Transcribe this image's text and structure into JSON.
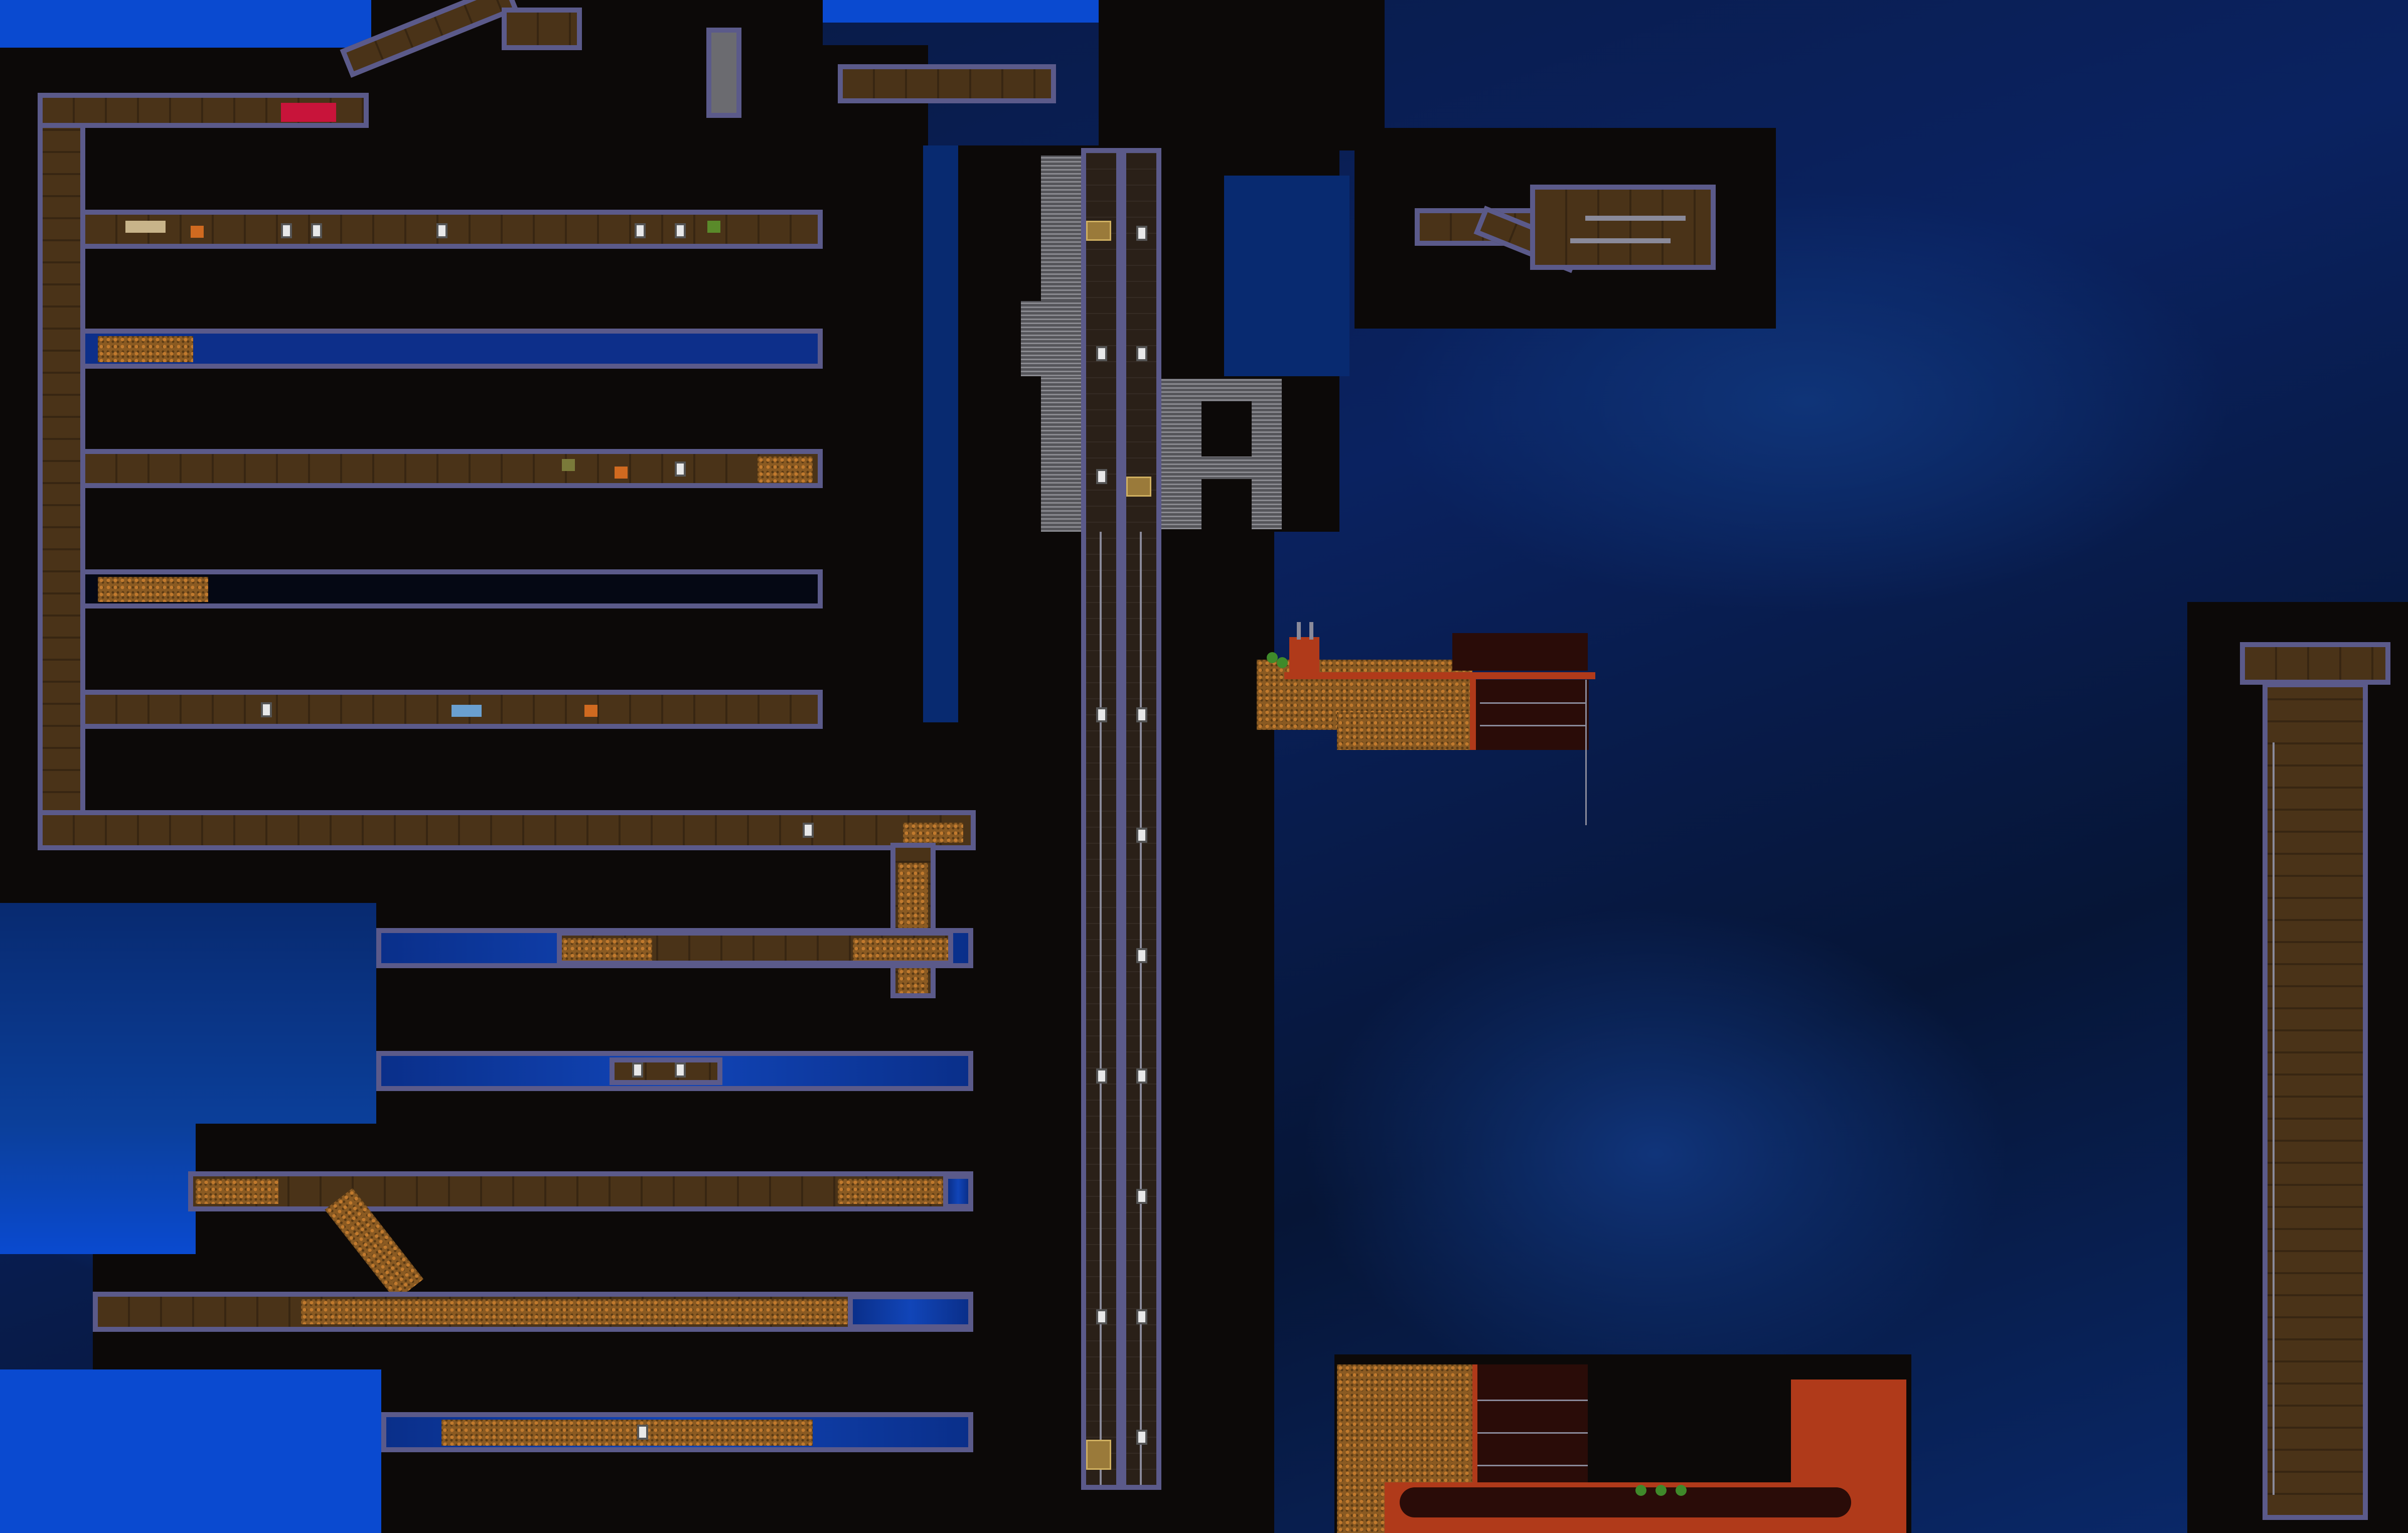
{
  "level_map": {
    "regions": [
      "left-corridor-network",
      "central-elevator-shaft",
      "floating-base-island",
      "upper-right-room",
      "right-stairwell-tower",
      "bottom-base"
    ]
  },
  "colors": {
    "sky": "#0a2260",
    "rock": "#0c0908",
    "corridor_floor": "#4a3318",
    "corridor_wall": "#5b5a8a",
    "water": "#1145b8",
    "dirt": "#c17a2e",
    "metal_grate": "#8a8a90",
    "red_building": "#b03a1a",
    "door": "#e8e8e8"
  }
}
